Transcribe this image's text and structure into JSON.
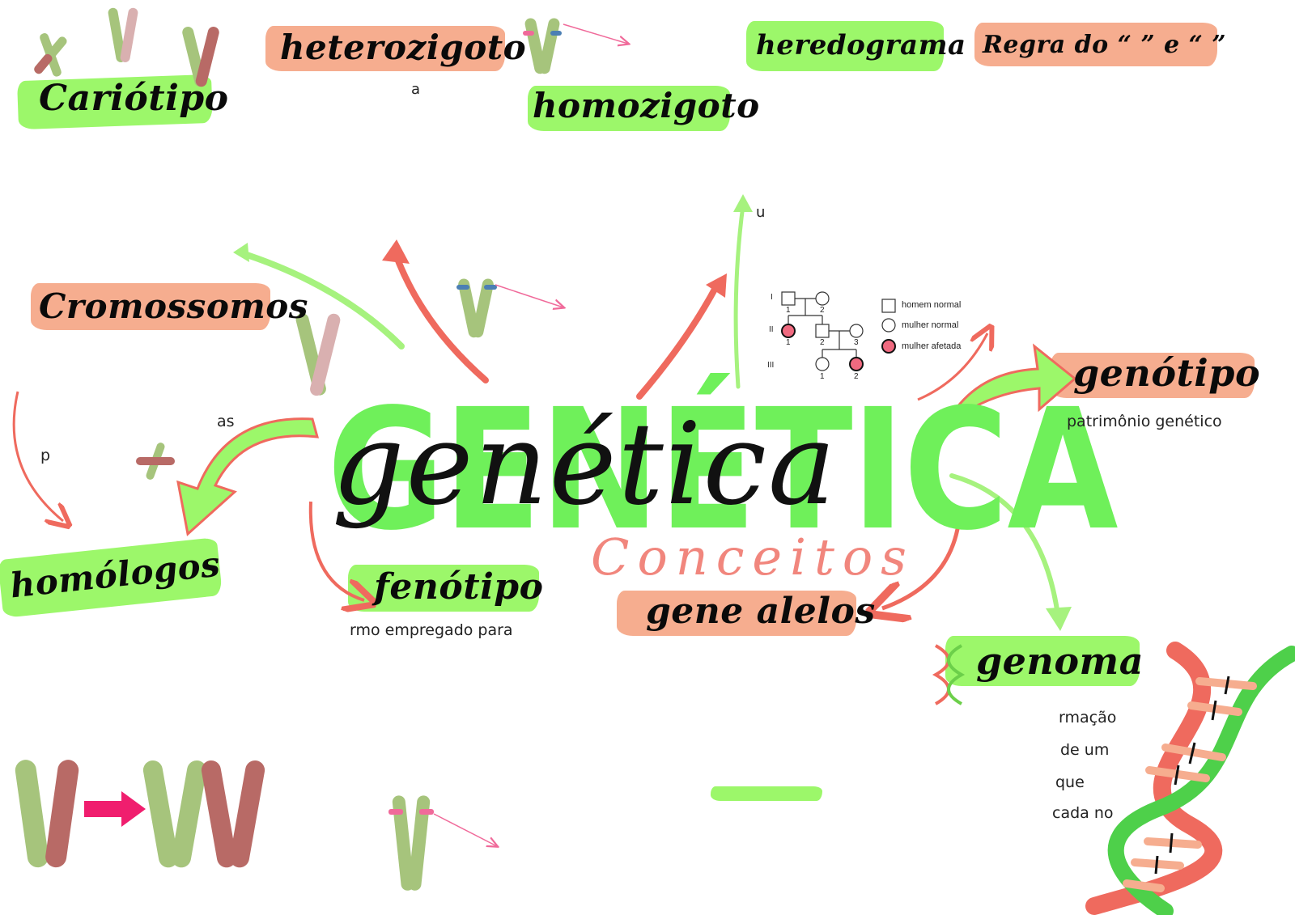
{
  "title": {
    "main": "GENÉTICA",
    "script": "genética",
    "subtitle": "Conceitos"
  },
  "labels": {
    "cariotipo": "Cariótipo",
    "heterozigoto": "heterozigoto",
    "homozigoto": "homozigoto",
    "heredograma": "heredograma",
    "regra": "Regra do “ ” e “ ”",
    "cromossomos": "Cromossomos",
    "homologos": "homólogos",
    "fenotipo": "fenótipo",
    "gene_alelos": "gene alelos",
    "genotipo": "genótipo",
    "genoma": "genoma"
  },
  "notes": {
    "a": "a",
    "u": "u",
    "as": "as",
    "p": "p",
    "patrimonio": "patrimônio genético",
    "fenotipo_note": "rmo empregado para",
    "genoma_l1": "rmação",
    "genoma_l2": "de um",
    "genoma_l3": "que",
    "genoma_l4": "cada no"
  },
  "pedigree": {
    "gen1": "I",
    "gen2": "II",
    "gen3": "III",
    "n1": "1",
    "n2": "2",
    "n3": "1",
    "n4": "2",
    "n5": "3",
    "n6": "1",
    "n7": "2",
    "legend": [
      "homem normal",
      "mulher normal",
      "mulher afetada"
    ]
  },
  "colors": {
    "green": "#9cf76a",
    "salmon": "#f6ad8f",
    "red_arrow": "#ef6a5e",
    "green_arrow": "#a6f27e",
    "chromo_green": "#a6c47c",
    "chromo_red": "#b86a66",
    "chromo_pink": "#d9b0b0",
    "magenta": "#f01e6e"
  },
  "icons": [
    "chromosome-icon",
    "arrow-icon",
    "dna-helix-icon",
    "pedigree-chart"
  ]
}
